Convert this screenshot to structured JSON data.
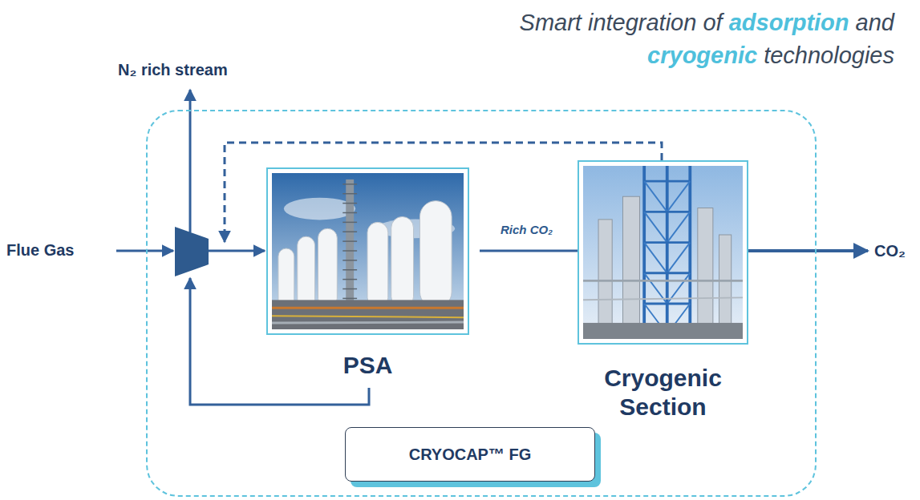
{
  "diagram": {
    "title": "Smart integration of adsorption and cryogenic technologies",
    "nodes": [
      {
        "text": [
          "CRYOCAP™ FG"
        ]
      },
      {
        "text": [
          "PSA"
        ],
        "in": 0
      },
      {
        "text": [
          "Cryogenic Section"
        ],
        "in": 0
      }
    ],
    "edges": [
      {
        "from": 1,
        "to": 2,
        "label": "Rich CO₂",
        "arrow": "to"
      },
      {
        "from": 2,
        "to": 1,
        "arrow": "to"
      }
    ],
    "labels": [
      "N₂ rich stream",
      "Flue Gas",
      "CO₂"
    ]
  }
}
